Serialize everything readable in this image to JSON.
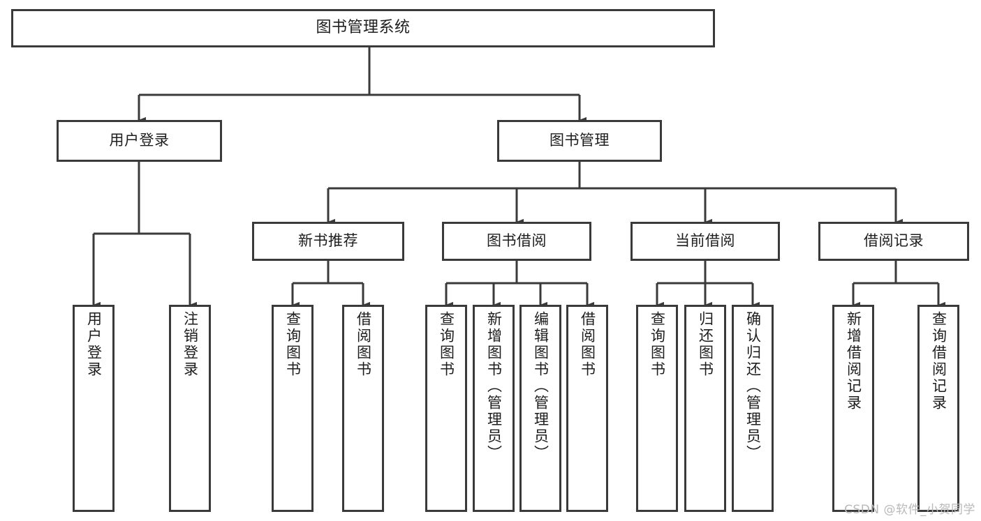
{
  "diagram": {
    "title": "图书管理系统",
    "type": "功能结构图",
    "colors": {
      "box_border": "#3a3a3a",
      "box_fill": "#ffffff",
      "edge": "#3a3a3a",
      "text": "#1d1d1d",
      "watermark": "#b9b9b9",
      "background": "#ffffff"
    },
    "watermark": "CSDN @软件_小贺同学",
    "root": {
      "label": "图书管理系统"
    },
    "level2": [
      {
        "label": "用户登录"
      },
      {
        "label": "图书管理"
      }
    ],
    "level3": [
      {
        "label": "新书推荐"
      },
      {
        "label": "图书借阅"
      },
      {
        "label": "当前借阅"
      },
      {
        "label": "借阅记录"
      }
    ],
    "leaves": {
      "user_login": [
        {
          "label": "用户登录"
        },
        {
          "label": "注销登录"
        }
      ],
      "new_book_recommend": [
        {
          "label": "查询图书"
        },
        {
          "label": "借阅图书"
        }
      ],
      "book_borrow": [
        {
          "label": "查询图书"
        },
        {
          "label": "新增图书（管理员）"
        },
        {
          "label": "编辑图书（管理员）"
        },
        {
          "label": "借阅图书"
        }
      ],
      "current_borrow": [
        {
          "label": "查询图书"
        },
        {
          "label": "归还图书"
        },
        {
          "label": "确认归还（管理员）"
        }
      ],
      "borrow_record": [
        {
          "label": "新增借阅记录"
        },
        {
          "label": "查询借阅记录"
        }
      ]
    }
  }
}
